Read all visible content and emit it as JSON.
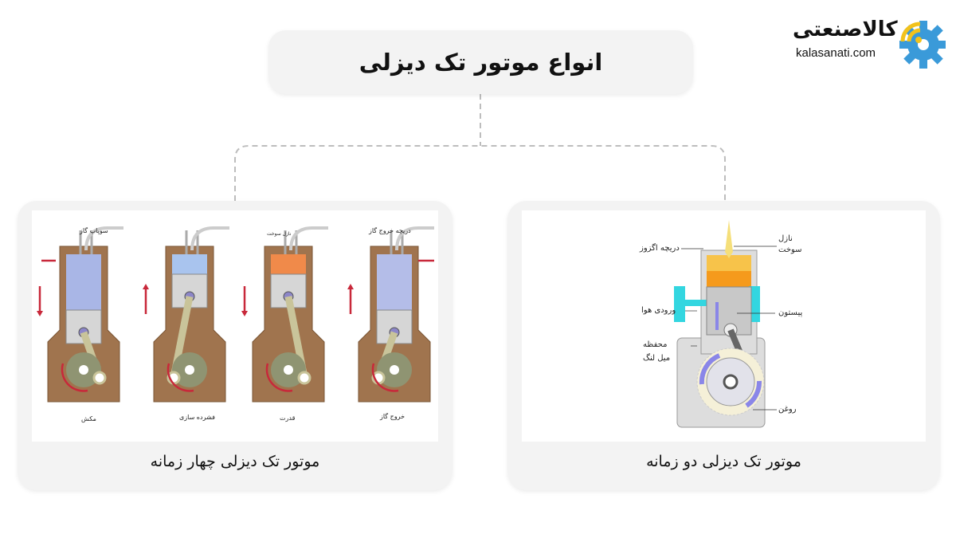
{
  "title": "انواع موتور تک دیزلی",
  "logo": {
    "name_fa": "کالاصنعتی",
    "domain": "kalasanati.com",
    "colors": {
      "gear": "#3a9ad9",
      "signal": "#f2c21b"
    }
  },
  "cards": {
    "four_stroke": {
      "caption": "موتور تک دیزلی چهار زمانه",
      "strokes": [
        "مکش",
        "فشرده سازی",
        "قدرت",
        "خروج گاز"
      ],
      "labels": {
        "intake_valve": "سوپاپ گاز",
        "fuel_nozzle": "نازل سوخت",
        "exhaust_valve": "دریچه خروج گاز"
      }
    },
    "two_stroke": {
      "caption": "موتور تک دیزلی دو زمانه",
      "labels": {
        "exhaust_port": "دریچه اگزوز",
        "nozzle_1": "نازل",
        "nozzle_2": "سوخت",
        "air_inlet": "ورودی هوا",
        "piston": "پیستون",
        "housing_1": "محفظه",
        "housing_2": "میل لنگ",
        "oil": "روغن"
      }
    }
  },
  "colors": {
    "card_bg": "#f3f3f3",
    "arrow": "#c8283a",
    "crankcase": "#a0744e",
    "cylinder": "#a9b6e6",
    "air_port": "#33d6e0"
  }
}
